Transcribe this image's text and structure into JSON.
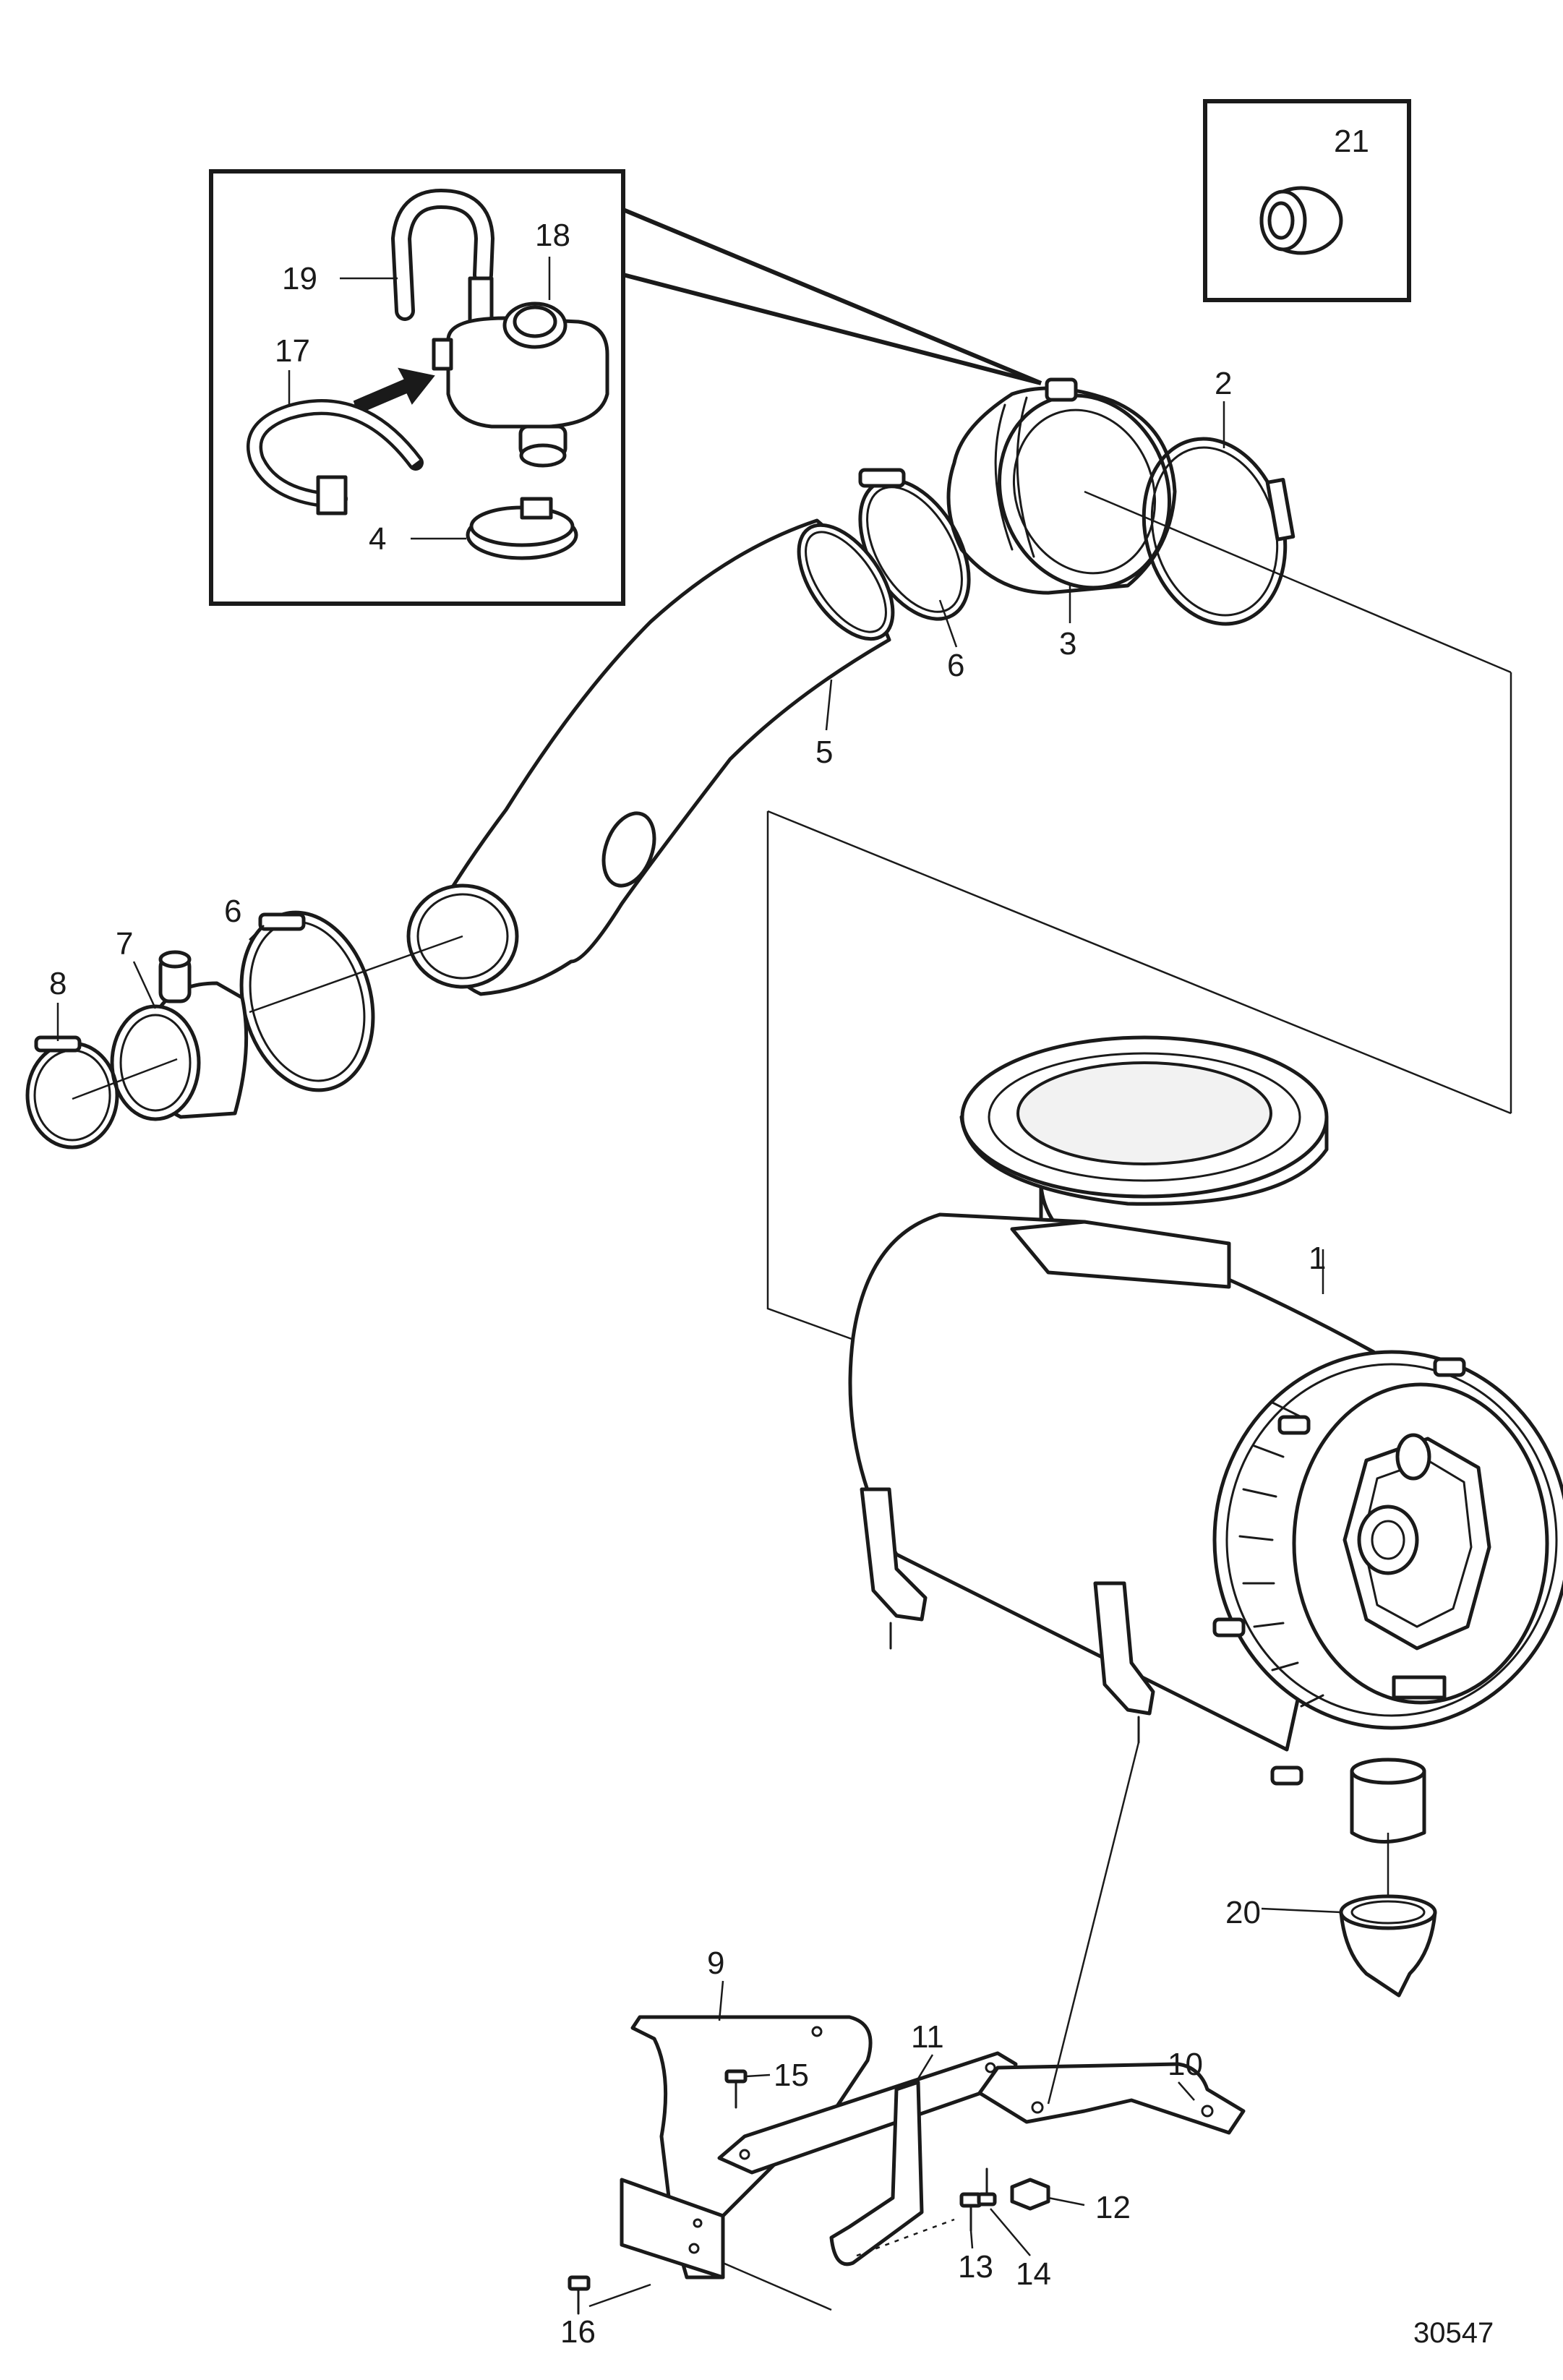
{
  "diagram": {
    "reference_number": "30547",
    "callouts": [
      {
        "id": "c1",
        "text": "1"
      },
      {
        "id": "c2",
        "text": "2"
      },
      {
        "id": "c3",
        "text": "3"
      },
      {
        "id": "c4",
        "text": "4"
      },
      {
        "id": "c5",
        "text": "5"
      },
      {
        "id": "c6a",
        "text": "6"
      },
      {
        "id": "c6b",
        "text": "6"
      },
      {
        "id": "c7",
        "text": "7"
      },
      {
        "id": "c8",
        "text": "8"
      },
      {
        "id": "c9",
        "text": "9"
      },
      {
        "id": "c10",
        "text": "10"
      },
      {
        "id": "c11",
        "text": "11"
      },
      {
        "id": "c12",
        "text": "12"
      },
      {
        "id": "c13",
        "text": "13"
      },
      {
        "id": "c14",
        "text": "14"
      },
      {
        "id": "c15",
        "text": "15"
      },
      {
        "id": "c16",
        "text": "16"
      },
      {
        "id": "c17",
        "text": "17"
      },
      {
        "id": "c18",
        "text": "18"
      },
      {
        "id": "c19",
        "text": "19"
      },
      {
        "id": "c20",
        "text": "20"
      },
      {
        "id": "c21",
        "text": "21"
      }
    ]
  }
}
